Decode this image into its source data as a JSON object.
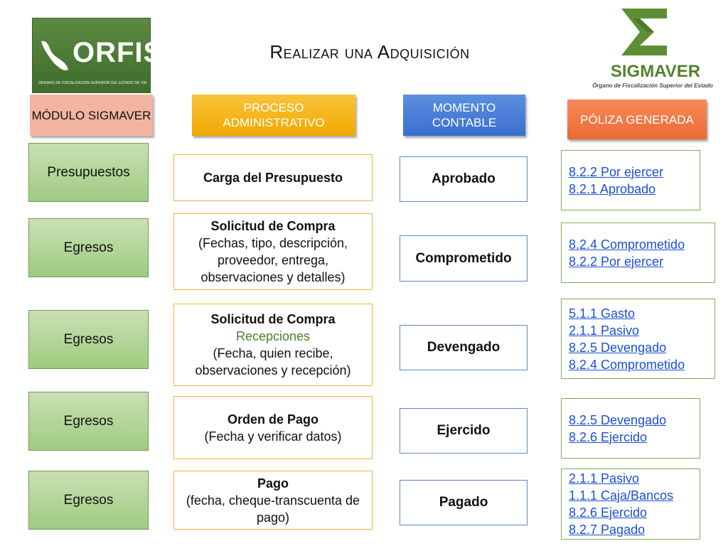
{
  "header": {
    "title": "Realizar una Adquisición",
    "orfis": {
      "wordmark": "ORFIS",
      "subtitle": "ÓRGANO DE FISCALIZACIÓN SUPERIOR DEL ESTADO DE VERACRUZ"
    },
    "sigmaver": {
      "name": "SIGMAVER",
      "tagline": "Órgano de Fiscalización Superior del Estado"
    }
  },
  "columns": {
    "modulo": "MÓDULO SIGMAVER",
    "proceso": "PROCESO ADMINISTRATIVO",
    "momento": "MOMENTO CONTABLE",
    "poliza": "PÓLIZA GENERADA"
  },
  "rows": [
    {
      "modulo": "Presupuestos",
      "proceso_title": "Carga del Presupuesto",
      "proceso_green": "",
      "proceso_detail": "",
      "momento": "Aprobado",
      "polizas": [
        "8.2.2 Por ejercer",
        "8.2.1 Aprobado"
      ]
    },
    {
      "modulo": "Egresos",
      "proceso_title": "Solicitud de Compra",
      "proceso_green": "",
      "proceso_detail": "(Fechas, tipo, descripción, proveedor, entrega, observaciones y detalles)",
      "momento": "Comprometido",
      "polizas": [
        "8.2.4 Comprometido",
        "8.2.2 Por ejercer"
      ]
    },
    {
      "modulo": "Egresos",
      "proceso_title": "Solicitud de Compra",
      "proceso_green": "Recepciones",
      "proceso_detail": "(Fecha, quien recibe, observaciones y recepción)",
      "momento": "Devengado",
      "polizas": [
        "5.1.1 Gasto",
        "2.1.1 Pasivo",
        "8.2.5 Devengado",
        "8.2.4 Comprometido"
      ]
    },
    {
      "modulo": "Egresos",
      "proceso_title": "Orden de Pago",
      "proceso_green": "",
      "proceso_detail": "(Fecha y verificar datos)",
      "momento": "Ejercido",
      "polizas": [
        "8.2.5 Devengado",
        "8.2.6 Ejercido"
      ]
    },
    {
      "modulo": "Egresos",
      "proceso_title": "Pago",
      "proceso_green": "",
      "proceso_detail": "(fecha, cheque-transcuenta de pago)",
      "momento": "Pagado",
      "polizas": [
        "2.1.1 Pasivo",
        "1.1.1 Caja/Bancos",
        "8.2.6 Ejercido",
        "8.2.7 Pagado"
      ]
    }
  ],
  "colors": {
    "modulo_fill": "#9fcb80",
    "proceso_border": "#f2b536",
    "momento_border": "#5b86c9",
    "poliza_border": "#7fae58",
    "link": "#1a4fd6"
  }
}
